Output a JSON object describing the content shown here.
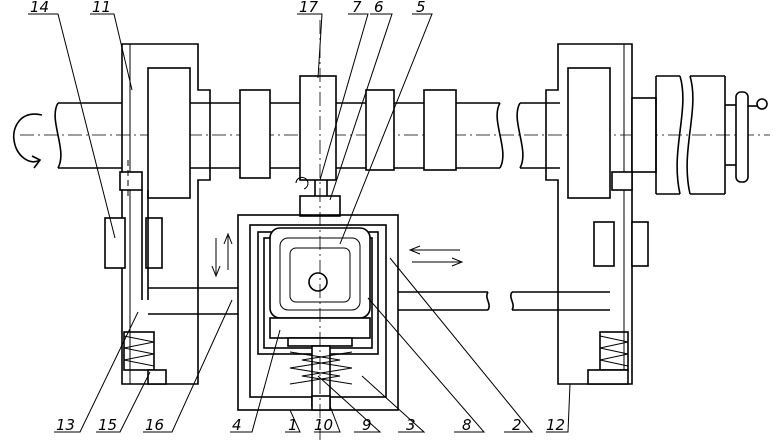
{
  "labels": {
    "l14": "14",
    "l11": "11",
    "l17": "17",
    "l7": "7",
    "l6": "6",
    "l5": "5",
    "l4": "4",
    "l1": "1",
    "l10": "10",
    "l9": "9",
    "l3": "3",
    "l8": "8",
    "l2": "2",
    "l12": "12",
    "l13": "13",
    "l15": "15",
    "l16": "16"
  }
}
